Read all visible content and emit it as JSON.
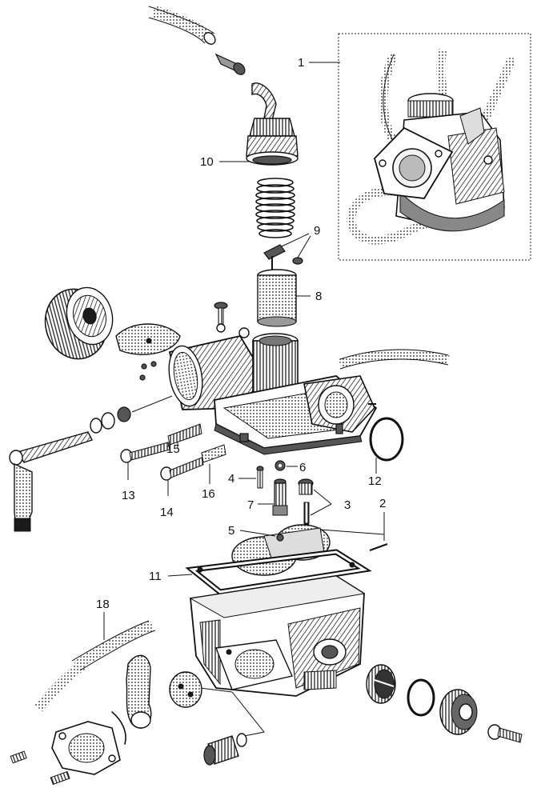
{
  "callouts": {
    "c1": "1",
    "c2": "2",
    "c3": "3",
    "c4": "4",
    "c5": "5",
    "c6": "6",
    "c7": "7",
    "c8": "8",
    "c9": "9",
    "c10": "10",
    "c11": "11",
    "c12": "12",
    "c13": "13",
    "c14": "14",
    "c15": "15",
    "c16": "16",
    "c18": "18"
  }
}
